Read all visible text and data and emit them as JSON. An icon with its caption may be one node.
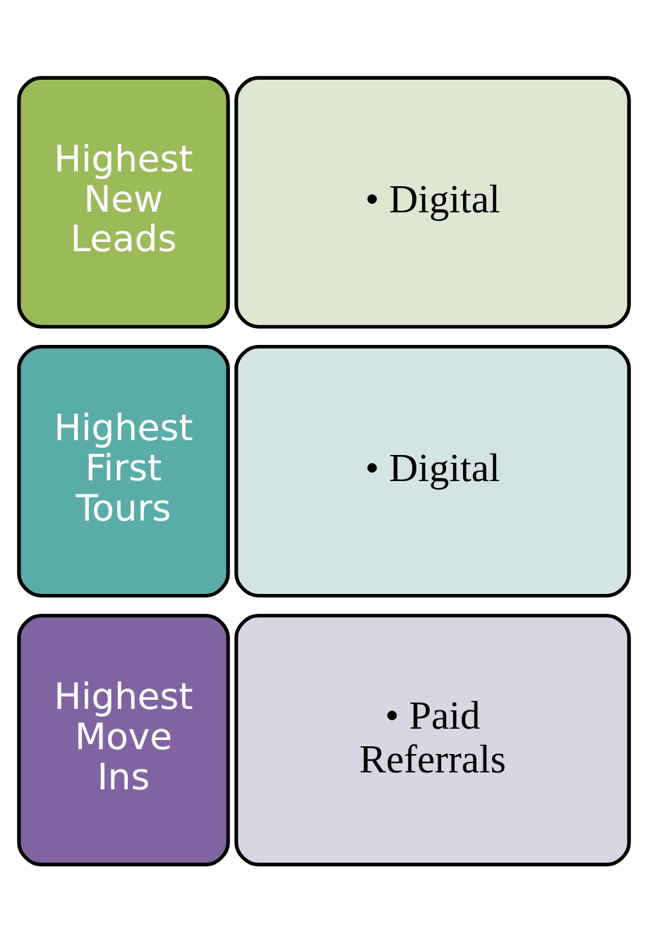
{
  "diagram": {
    "nodes": [
      {
        "text": [
          "Highest New Leads"
        ]
      },
      {
        "text": [
          "• Digital"
        ]
      },
      {
        "text": [
          "Highest First Tours"
        ]
      },
      {
        "text": [
          "• Digital"
        ]
      },
      {
        "text": [
          "Highest Move Ins"
        ]
      },
      {
        "text": [
          "• Paid Referrals"
        ]
      }
    ]
  }
}
